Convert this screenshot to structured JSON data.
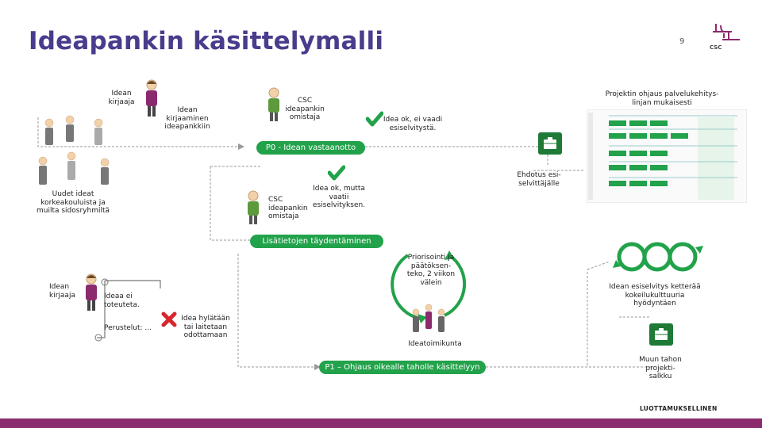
{
  "header": {
    "title": "Ideapankin käsittelymalli",
    "page_number": "9",
    "logo_text": "CSC"
  },
  "nodes": {
    "idean_kirjaaja_top": "Idean kirjaaja",
    "idean_kirjaaminen": "Idean kirjaaminen ideapankkiin",
    "csc_owner_top": "CSC ideapankin omistaja",
    "idea_ok_no_study": "Idea ok, ei vaadi esiselvitystä.",
    "project_steering": "Projektin ohjaus palvelukehitys-linjan mukaisesti",
    "new_ideas": "Uudet ideat korkeakouluista ja muilta sidosryhmiltä",
    "p0": "P0 - Idean vastaanotto",
    "idea_ok_needs_study": "Idea ok, mutta vaatii esiselvityksen.",
    "csc_owner_mid": "CSC ideapankin omistaja",
    "ehdotus": "Ehdotus esi-selvittäjälle",
    "lisatietojen": "Lisätietojen täydentäminen",
    "priorisointi": "Priorisointi ja päätöksen-teko, 2 viikon välein",
    "idean_esiselvitys": "Idean esiselvitys ketterää kokeilukulttuuria hyödyntäen",
    "idean_kirjaaja_bottom": "Idean kirjaaja",
    "ideaa_ei": "Ideaa ei toteuteta.",
    "perustelut": "Perustelut: ...",
    "idea_hylataan": "Idea hylätään tai laitetaan odottamaan",
    "ideatoimikunta": "Ideatoimikunta",
    "p1": "P1 – Ohjaus oikealle taholle käsittelyyn",
    "muun_tahon": "Muun tahon projekti-salkku"
  },
  "footer": {
    "classification": "LUOTTAMUKSELLINEN"
  },
  "colors": {
    "title": "#4a3c8c",
    "green": "#22a24a",
    "dark_green": "#1e7a36",
    "red": "#d7262c",
    "footer_bar": "#8c2a6e"
  }
}
